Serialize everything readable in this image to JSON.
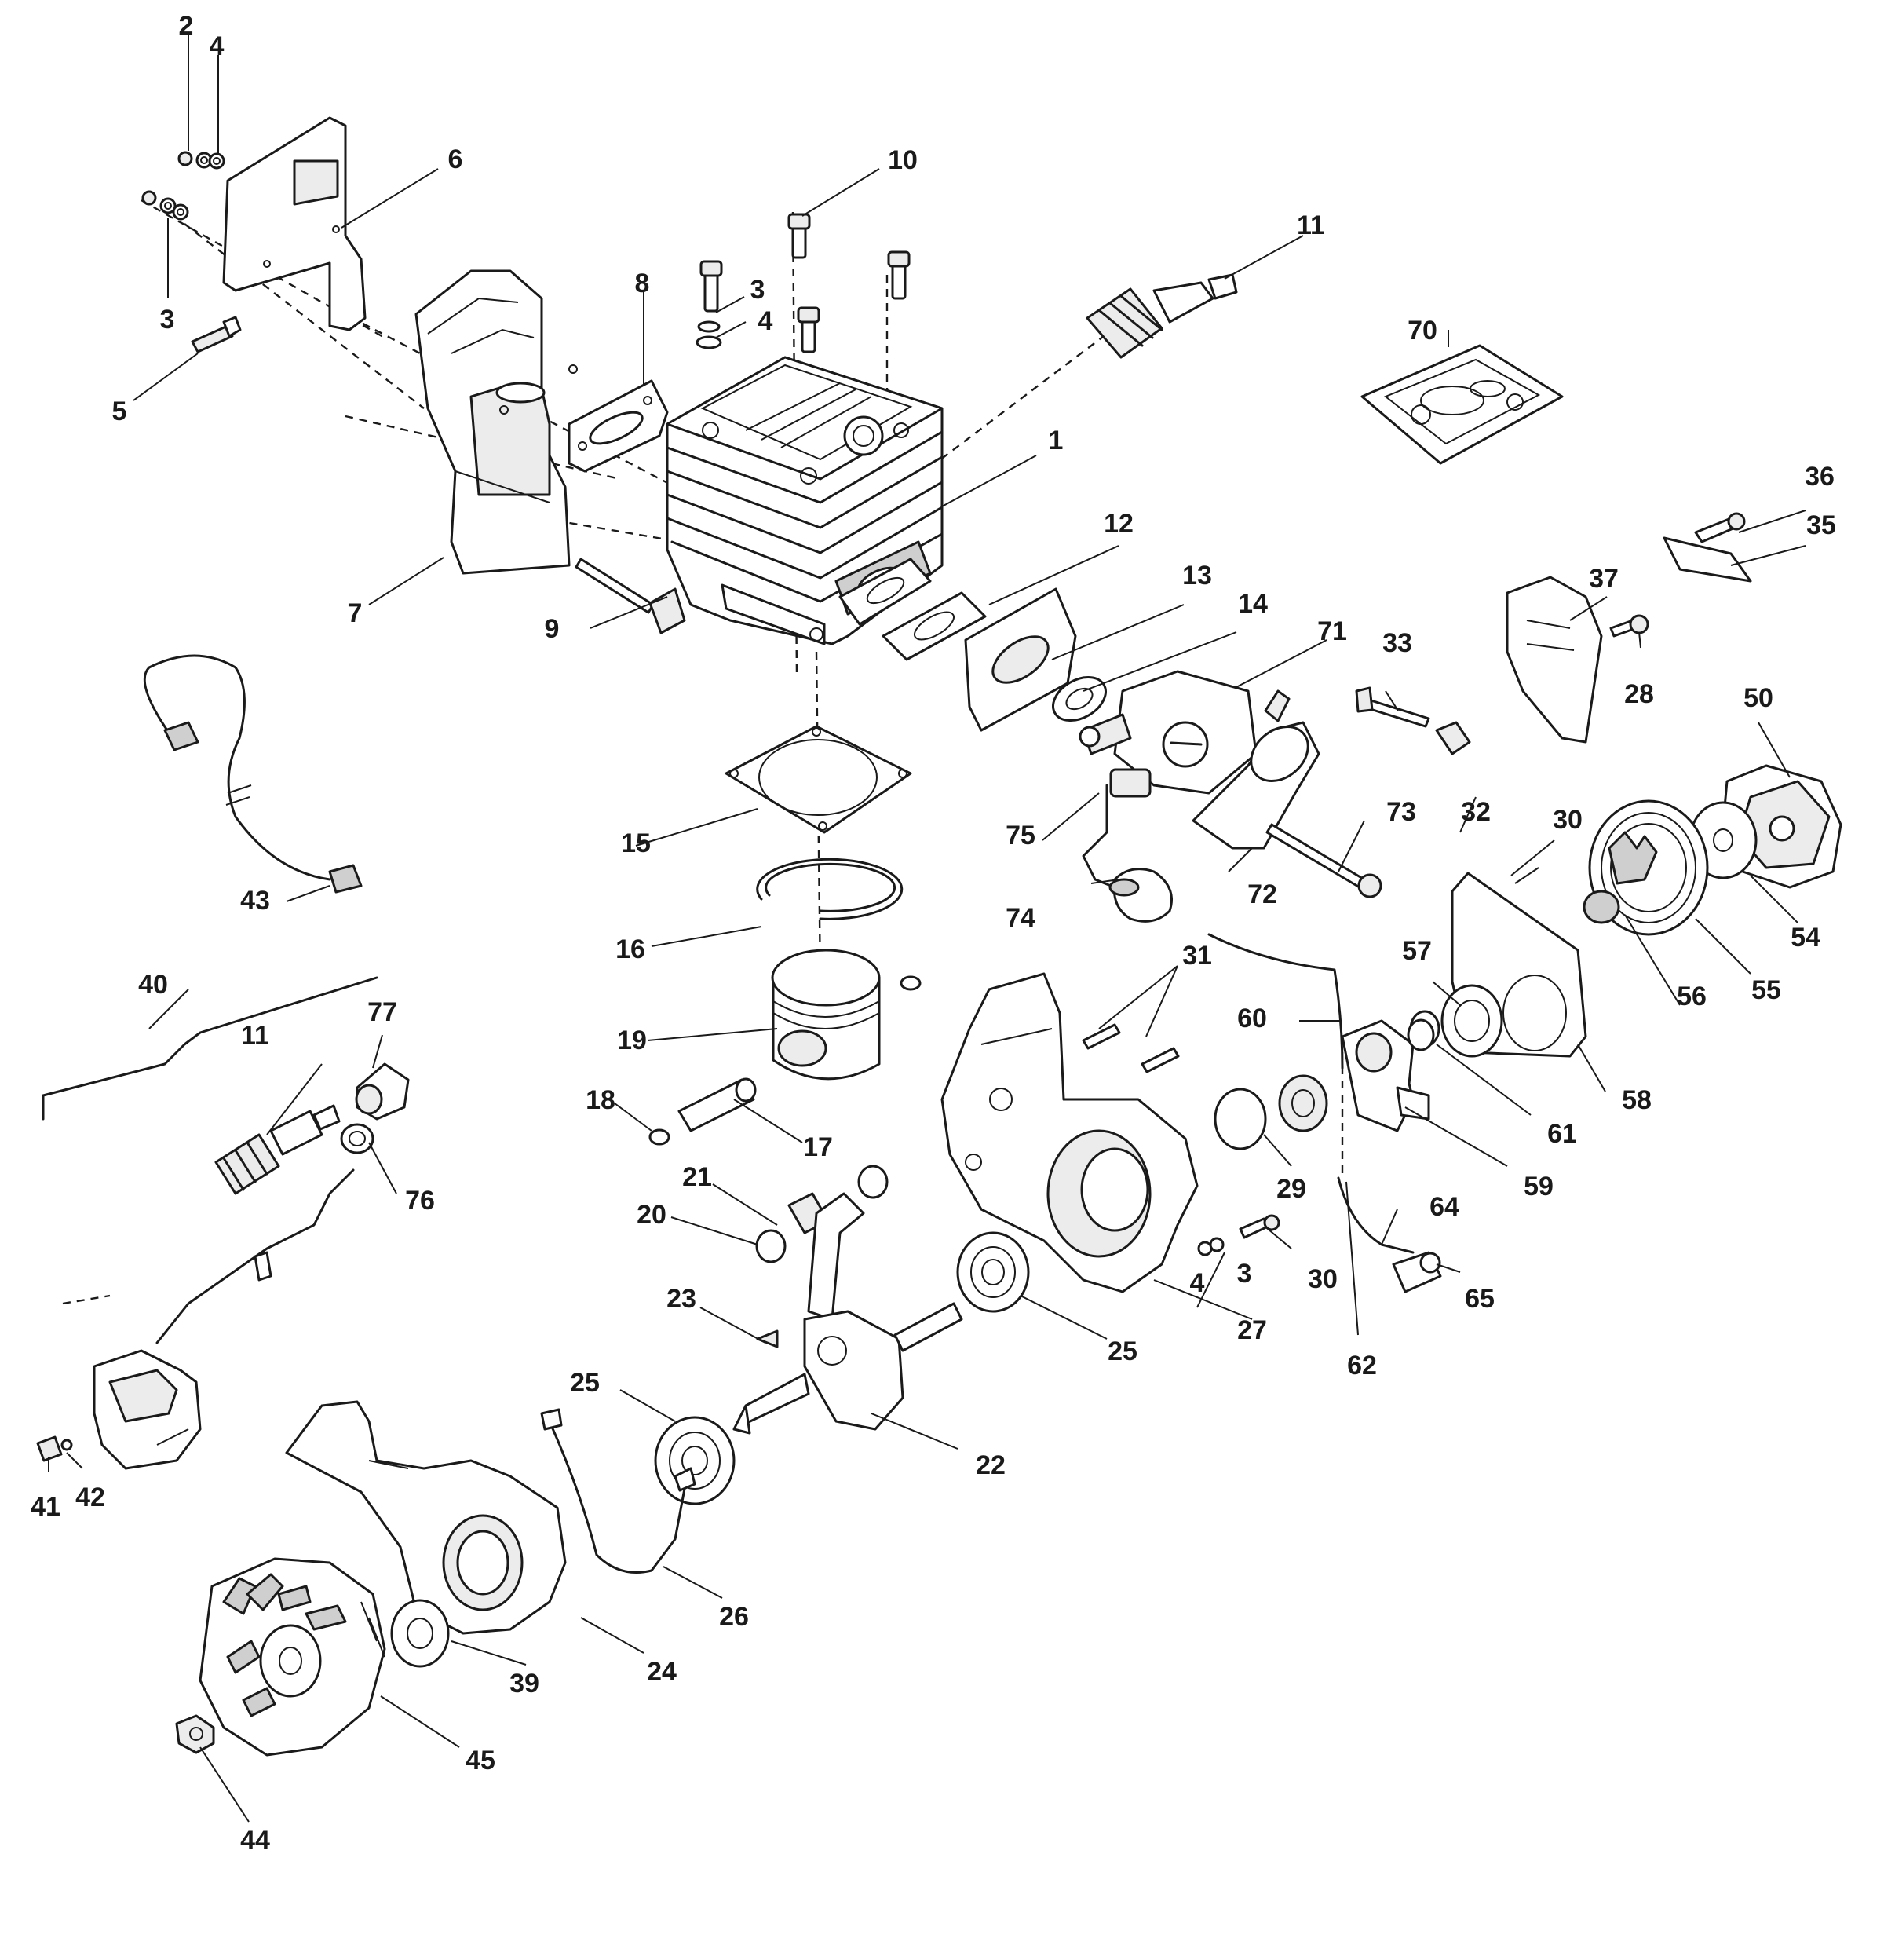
{
  "diagram": {
    "part_numbers": [
      "1",
      "2",
      "3",
      "4",
      "5",
      "6",
      "7",
      "8",
      "9",
      "10",
      "11",
      "12",
      "13",
      "14",
      "15",
      "16",
      "17",
      "18",
      "19",
      "20",
      "21",
      "22",
      "23",
      "24",
      "25",
      "26",
      "27",
      "28",
      "29",
      "30",
      "31",
      "32",
      "33",
      "35",
      "36",
      "37",
      "39",
      "40",
      "41",
      "42",
      "43",
      "44",
      "45",
      "50",
      "54",
      "55",
      "56",
      "57",
      "58",
      "59",
      "60",
      "61",
      "62",
      "64",
      "65",
      "70",
      "71",
      "72",
      "73",
      "74",
      "75",
      "76",
      "77"
    ]
  }
}
